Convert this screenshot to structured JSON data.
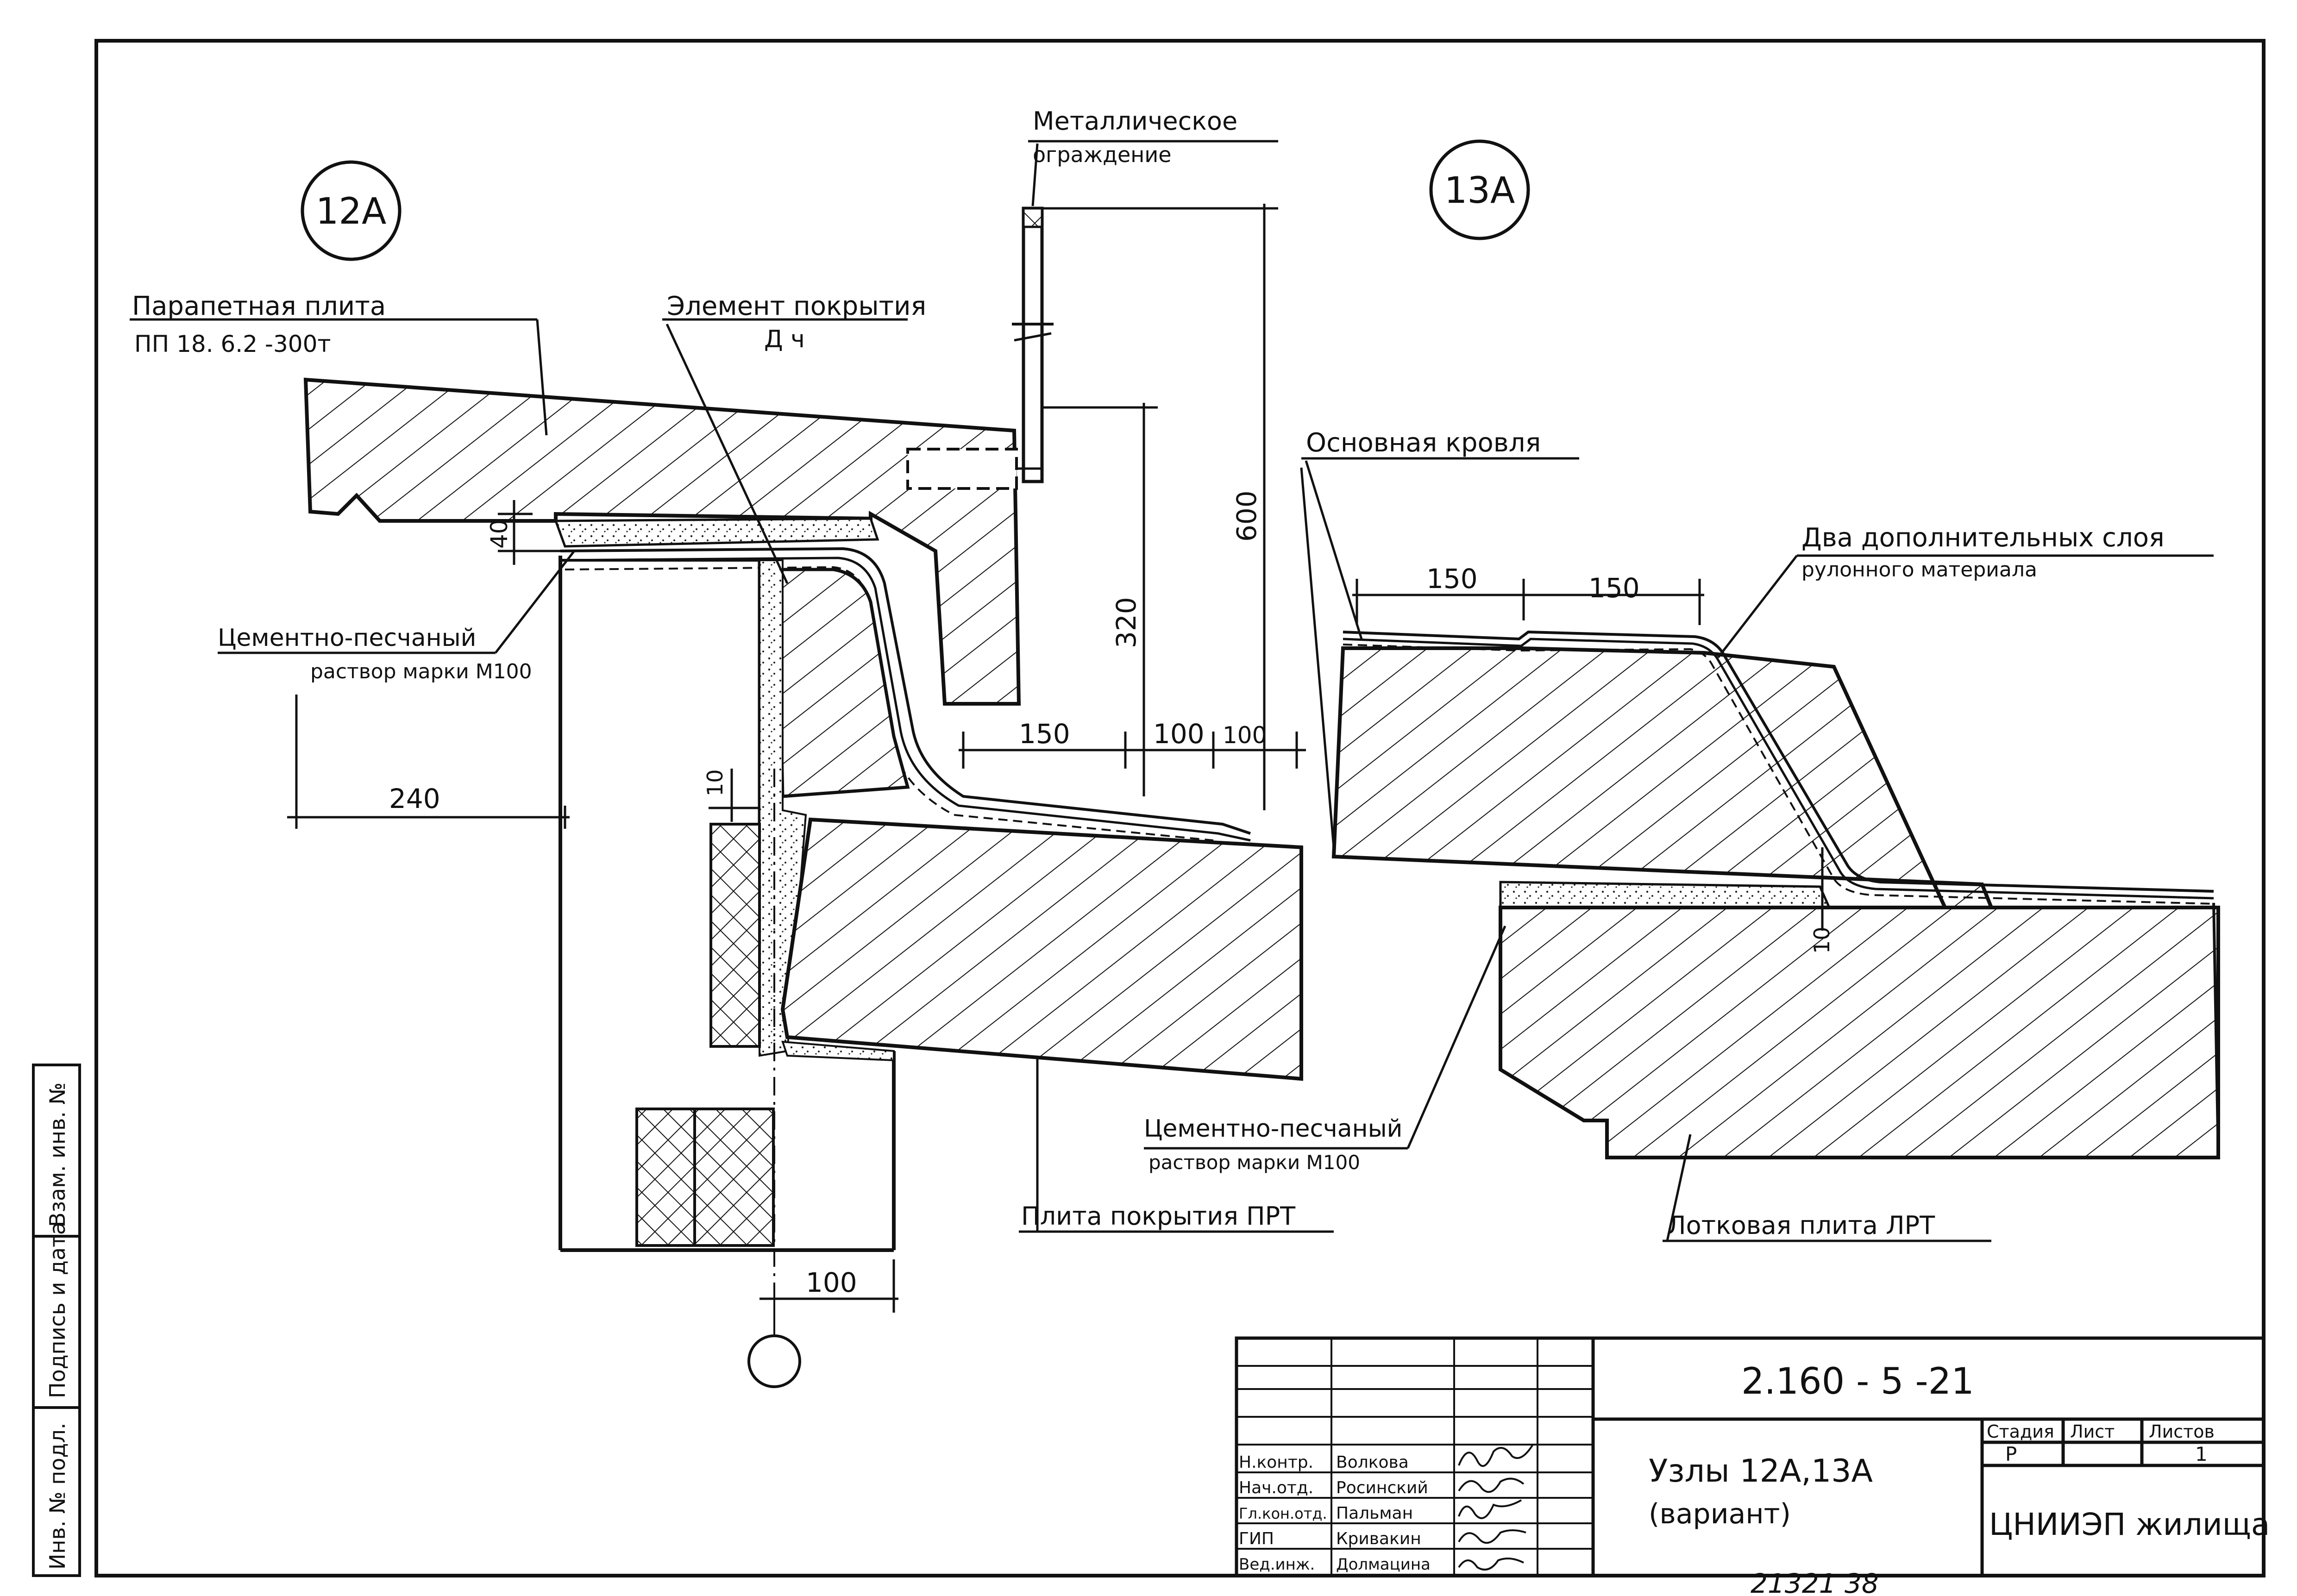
{
  "detail_12a": {
    "marker": "12А",
    "parapet_label_1": "Парапетная плита",
    "parapet_label_2": "ПП 18. 6.2 -300т",
    "cover_element_label_1": "Элемент покрытия",
    "cover_element_label_2": "Д ч",
    "railing_label_1": "Металлическое",
    "railing_label_2": "ограждение",
    "mortar_label_1": "Цементно-песчаный",
    "mortar_label_2": "раствор марки М100",
    "slab_label": "Плита покрытия ПРТ",
    "dims": {
      "d40": "40",
      "d320": "320",
      "d600": "600",
      "d150": "150",
      "d100a": "100",
      "d100b": "100",
      "d240": "240",
      "d10": "10",
      "d100c": "100"
    }
  },
  "detail_13a": {
    "marker": "13А",
    "main_roof_label": "Основная кровля",
    "extra_layers_label_1": "Два дополнительных слоя",
    "extra_layers_label_2": "рулонного материала",
    "mortar_label_1": "Цементно-песчаный",
    "mortar_label_2": "раствор марки М100",
    "tray_slab_label": "Лотковая плита ЛРТ",
    "dims": {
      "d150a": "150",
      "d150b": "150",
      "d10": "10"
    }
  },
  "side_stamp": [
    "Инв. № подл.",
    "Подпись и дата",
    "Взам. инв. №"
  ],
  "title_block": {
    "doc_code": "2.160 - 5 -21",
    "title_1": "Узлы 12А,13А",
    "title_2": "(вариант)",
    "stage_header": "Стадия",
    "sheet_header": "Лист",
    "sheets_header": "Листов",
    "stage_value": "Р",
    "sheets_value": "1",
    "organization": "ЦНИИЭП жилища",
    "roles": [
      "Н.контр.",
      "Нач.отд.",
      "Гл.кон.отд.",
      "ГИП",
      "Вед.инж."
    ],
    "names": [
      "Волкова",
      "Росинский",
      "Пальман",
      "Кривакин",
      "Долмацина"
    ]
  },
  "footer_number": "21321  38"
}
